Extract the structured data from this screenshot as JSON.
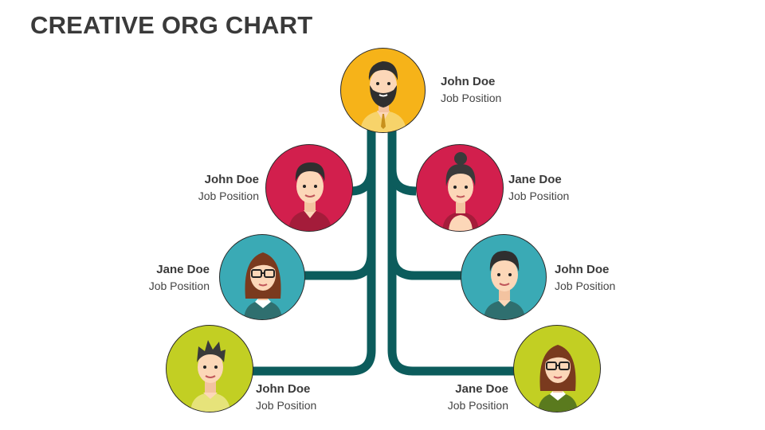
{
  "title": "CREATIVE ORG CHART",
  "colors": {
    "connector": "#0c5c5c",
    "gold": "#f6b319",
    "crimson": "#d21f4d",
    "teal": "#3aaab5",
    "lime": "#c2cf23",
    "skin": "#fcd7b8",
    "hair": "#2f2f2f"
  },
  "nodes": [
    {
      "id": "top",
      "name": "John Doe",
      "position": "Job Position",
      "color": "gold",
      "avatar": "bearded-man-icon"
    },
    {
      "id": "left-1",
      "name": "John Doe",
      "position": "Job Position",
      "color": "crimson",
      "avatar": "man-icon"
    },
    {
      "id": "right-1",
      "name": "Jane Doe",
      "position": "Job Position",
      "color": "crimson",
      "avatar": "woman-bun-icon"
    },
    {
      "id": "left-2",
      "name": "Jane Doe",
      "position": "Job Position",
      "color": "teal",
      "avatar": "woman-glasses-icon"
    },
    {
      "id": "right-2",
      "name": "John Doe",
      "position": "Job Position",
      "color": "teal",
      "avatar": "man-icon"
    },
    {
      "id": "left-3",
      "name": "John Doe",
      "position": "Job Position",
      "color": "lime",
      "avatar": "man-spiky-hair-icon"
    },
    {
      "id": "right-3",
      "name": "Jane Doe",
      "position": "Job Position",
      "color": "lime",
      "avatar": "woman-glasses-icon"
    }
  ]
}
